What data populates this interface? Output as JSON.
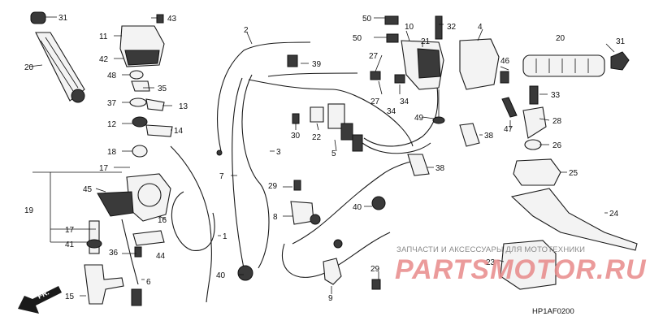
{
  "watermark": {
    "caption": "ЗАПЧАСТИ И АКСЕССУАРЫ ДЛЯ МОТОТЕХНИКИ",
    "logo": "PARTSMOTOR.RU"
  },
  "diagram_code": "HP1AF0200",
  "direction_marker": "FR.",
  "callouts": [
    {
      "id": "c31a",
      "text": "31"
    },
    {
      "id": "c20a",
      "text": "20"
    },
    {
      "id": "c43",
      "text": "43"
    },
    {
      "id": "c11",
      "text": "11"
    },
    {
      "id": "c42",
      "text": "42"
    },
    {
      "id": "c48",
      "text": "48"
    },
    {
      "id": "c35",
      "text": "35"
    },
    {
      "id": "c37",
      "text": "37"
    },
    {
      "id": "c13",
      "text": "13"
    },
    {
      "id": "c12",
      "text": "12"
    },
    {
      "id": "c14",
      "text": "14"
    },
    {
      "id": "c18",
      "text": "18"
    },
    {
      "id": "c17a",
      "text": "17"
    },
    {
      "id": "c19",
      "text": "19"
    },
    {
      "id": "c45",
      "text": "45"
    },
    {
      "id": "c16",
      "text": "16"
    },
    {
      "id": "c17b",
      "text": "17"
    },
    {
      "id": "c41",
      "text": "41"
    },
    {
      "id": "c36",
      "text": "36"
    },
    {
      "id": "c44",
      "text": "44"
    },
    {
      "id": "c15",
      "text": "15"
    },
    {
      "id": "c6",
      "text": "6"
    },
    {
      "id": "c1",
      "text": "1"
    },
    {
      "id": "c2",
      "text": "2"
    },
    {
      "id": "c39",
      "text": "39"
    },
    {
      "id": "c3",
      "text": "3"
    },
    {
      "id": "c7",
      "text": "7"
    },
    {
      "id": "c29a",
      "text": "29"
    },
    {
      "id": "c8",
      "text": "8"
    },
    {
      "id": "c40a",
      "text": "40"
    },
    {
      "id": "c40b",
      "text": "40"
    },
    {
      "id": "c30",
      "text": "30"
    },
    {
      "id": "c22",
      "text": "22"
    },
    {
      "id": "c5",
      "text": "5"
    },
    {
      "id": "c9",
      "text": "9"
    },
    {
      "id": "c29b",
      "text": "29"
    },
    {
      "id": "c50a",
      "text": "50"
    },
    {
      "id": "c10",
      "text": "10"
    },
    {
      "id": "c32",
      "text": "32"
    },
    {
      "id": "c50b",
      "text": "50"
    },
    {
      "id": "c21",
      "text": "21"
    },
    {
      "id": "c4",
      "text": "4"
    },
    {
      "id": "c27a",
      "text": "27"
    },
    {
      "id": "c27b",
      "text": "27"
    },
    {
      "id": "c34a",
      "text": "34"
    },
    {
      "id": "c34b",
      "text": "34"
    },
    {
      "id": "c49",
      "text": "49"
    },
    {
      "id": "c38a",
      "text": "38"
    },
    {
      "id": "c38b",
      "text": "38"
    },
    {
      "id": "c46",
      "text": "46"
    },
    {
      "id": "c20b",
      "text": "20"
    },
    {
      "id": "c31b",
      "text": "31"
    },
    {
      "id": "c33",
      "text": "33"
    },
    {
      "id": "c28",
      "text": "28"
    },
    {
      "id": "c47",
      "text": "47"
    },
    {
      "id": "c26",
      "text": "26"
    },
    {
      "id": "c25",
      "text": "25"
    },
    {
      "id": "c24",
      "text": "24"
    },
    {
      "id": "c23",
      "text": "23"
    }
  ]
}
